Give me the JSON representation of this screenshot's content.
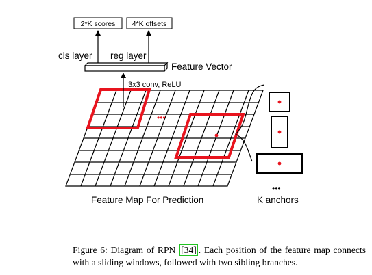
{
  "diagram": {
    "output_scores_label": "2*K scores",
    "output_offsets_label": "4*K offsets",
    "cls_layer_label": "cls layer",
    "reg_layer_label": "reg layer",
    "feature_vector_label": "Feature Vector",
    "conv_label": "3x3 conv, ReLU",
    "ellipsis_middle": "•••",
    "ellipsis_anchors": "•••",
    "feature_map_label": "Feature Map For Prediction",
    "anchors_label": "K anchors",
    "colors": {
      "highlight": "#e8141e",
      "stroke": "#000000",
      "feature_vector_fill": "#ffffff"
    }
  },
  "caption": {
    "prefix": "Figure 6: Diagram of RPN ",
    "citation": "[34]",
    "suffix": ".  Each position of the feature map connects with a sliding windows, followed with two sibling branches."
  }
}
